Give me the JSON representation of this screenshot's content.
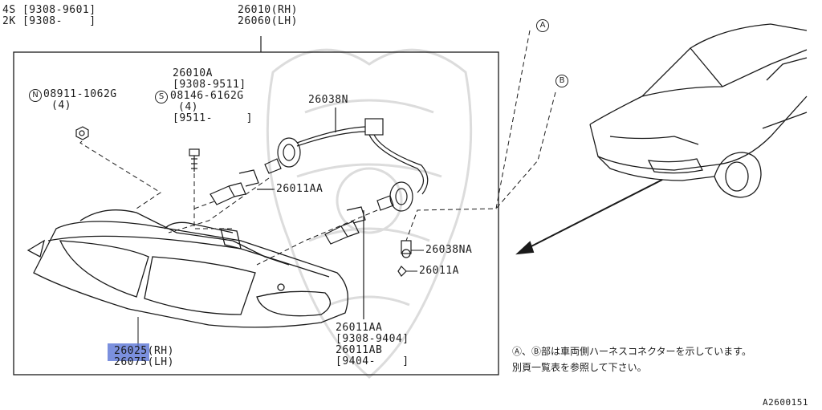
{
  "header_left": {
    "line1": "4S [9308-9601]",
    "line2": "2K [9308-    ]"
  },
  "part_housing": {
    "rh": "26010(RH)",
    "lh": "26060(LH)"
  },
  "part_screw": {
    "num": "26010A",
    "range": "[9308-9511]"
  },
  "part_s_bolt": {
    "symbol": "S",
    "num": "08146-6162G",
    "qty": "(4)",
    "range": "[9511-     ]"
  },
  "part_n_nut": {
    "symbol": "N",
    "num": "08911-1062G",
    "qty": "(4)"
  },
  "part_harness": "26038N",
  "part_bulb_main": "26011AA",
  "part_socket": "26038NA",
  "part_bulb_small": "26011A",
  "part_bulb_low": {
    "num1": "26011AA",
    "range1": "[9308-9404]",
    "num2": "26011AB",
    "range2": "[9404-    ]"
  },
  "part_assembly": {
    "rh": "26025(RH)",
    "lh": "26075(LH)"
  },
  "connectors": {
    "a": "A",
    "b": "B"
  },
  "note": {
    "line1": "Ⓐ、Ⓑ部は車両側ハーネスコネクターを示しています。",
    "line2": "別頁一覧表を参照して下さい。"
  },
  "catalog_id": "A2600151",
  "colors": {
    "line": "#1a1a1a",
    "highlight": "#5a74d6",
    "watermark": "#d9d9d9"
  }
}
